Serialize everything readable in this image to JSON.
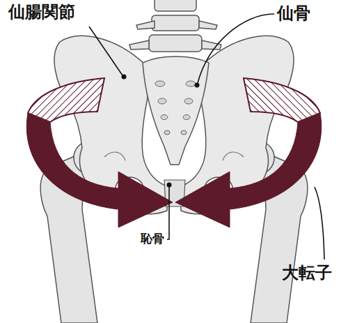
{
  "diagram": {
    "labels": [
      "仙腸関節",
      "仙骨",
      "恥骨",
      "大転子"
    ]
  }
}
